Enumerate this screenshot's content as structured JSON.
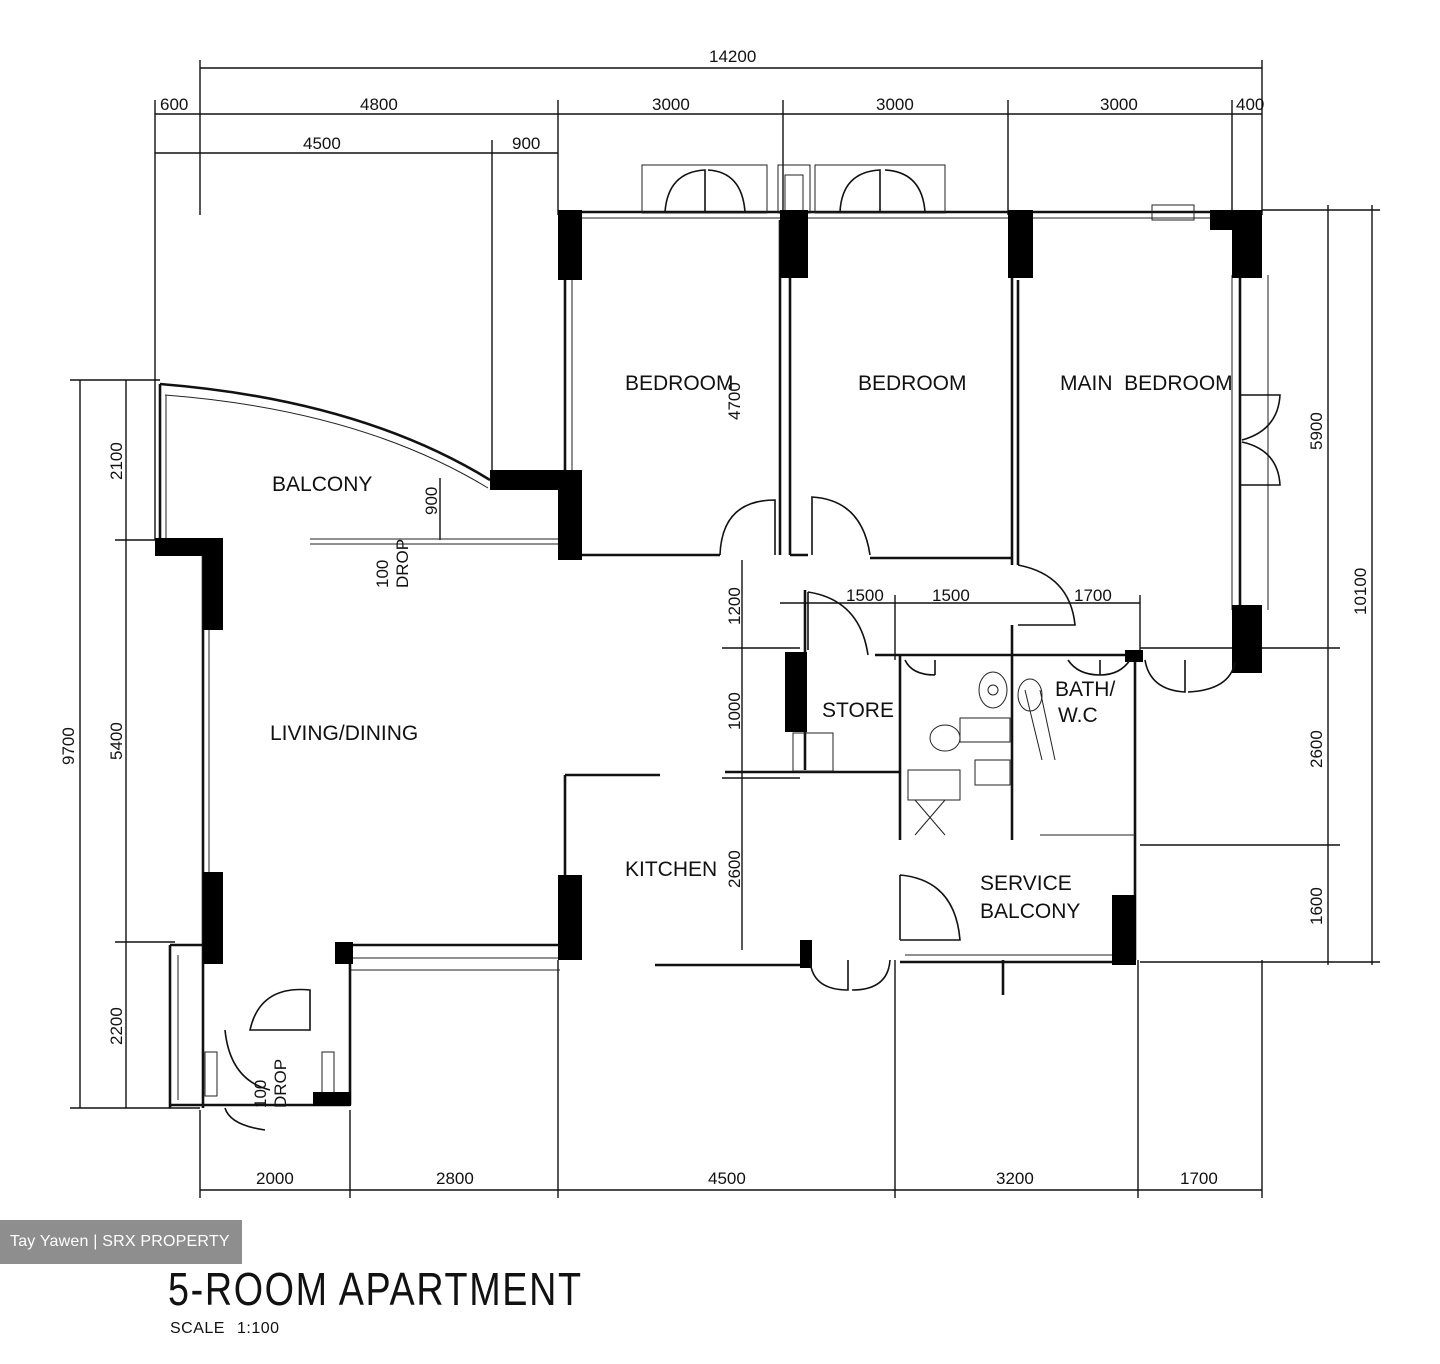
{
  "plan": {
    "title": "5-ROOM APARTMENT",
    "scale_label": "SCALE",
    "scale_value": "1:100",
    "watermark": "Tay Yawen | SRX PROPERTY"
  },
  "rooms": {
    "balcony": "BALCONY",
    "bedroom_1": "BEDROOM",
    "bedroom_2": "BEDROOM",
    "main_bedroom": "MAIN  BEDROOM",
    "living_dining": "LIVING/DINING",
    "store": "STORE",
    "bath_wc_1": "BATH/",
    "bath_wc_2": "W.C",
    "kitchen": "KITCHEN",
    "service_balcony_1": "SERVICE",
    "service_balcony_2": "BALCONY",
    "drop_1_value": "100",
    "drop_1_label": "DROP",
    "drop_2_value": "100",
    "drop_2_label": "DROP"
  },
  "dimensions": {
    "top_total": "14200",
    "top": [
      "600",
      "4800",
      "3000",
      "3000",
      "3000",
      "400"
    ],
    "top_sub": [
      "4500",
      "900"
    ],
    "bottom": [
      "2000",
      "2800",
      "4500",
      "3200",
      "1700"
    ],
    "left_total": "9700",
    "left": [
      "2100",
      "5400",
      "2200"
    ],
    "right_total": "10100",
    "right": [
      "5900",
      "2600",
      "1600"
    ],
    "interior": {
      "bed_height": "4700",
      "balcony_gap": "900",
      "corridor": "1200",
      "store_height": "1000",
      "kitchen_height": "2600",
      "bath_row": [
        "1500",
        "1500",
        "1700"
      ]
    }
  }
}
